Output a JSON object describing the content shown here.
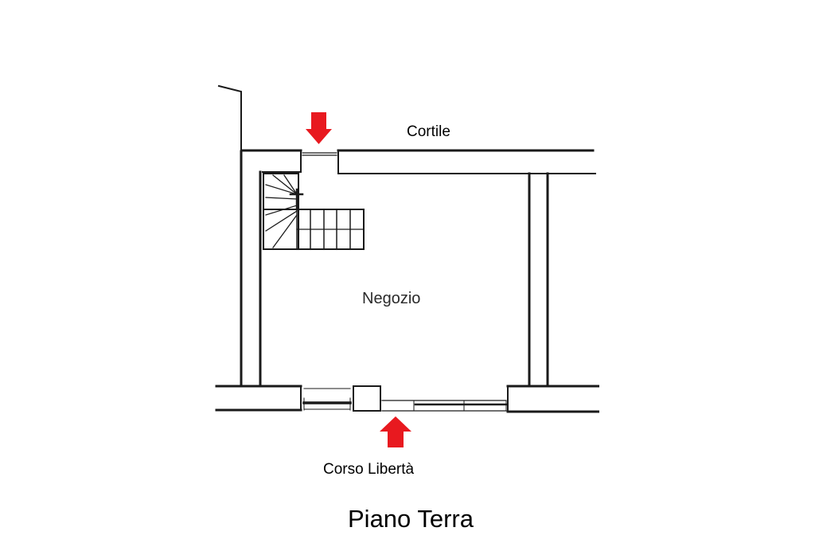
{
  "plan": {
    "labels": {
      "courtyard": "Cortile",
      "shop": "Negozio",
      "street": "Corso Libertà",
      "floor_title": "Piano Terra"
    },
    "icons": {
      "entrance_marker": "down-arrow-icon",
      "street_entrance_marker": "up-arrow-icon"
    },
    "colors": {
      "wall": "#1a1a1a",
      "entrance_arrow": "#e8191f",
      "background": "#ffffff"
    }
  }
}
